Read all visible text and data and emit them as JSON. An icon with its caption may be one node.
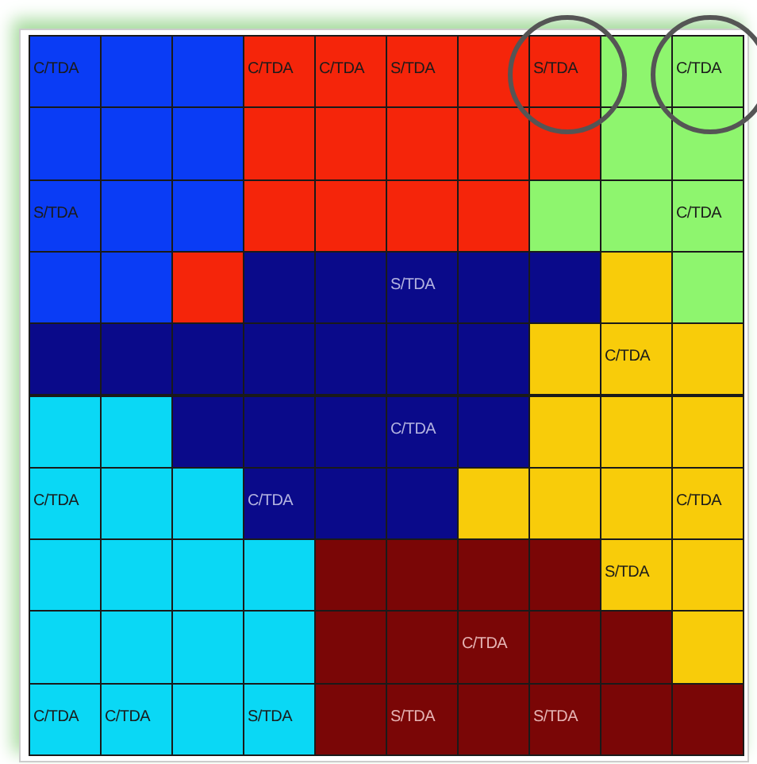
{
  "diagram": {
    "labels": [
      "C/TDA",
      "C/TDA",
      "C/TDA",
      "S/TDA",
      "S/TDA",
      "C/TDA",
      "S/TDA",
      "C/TDA",
      "S/TDA",
      "C/TDA",
      "C/TDA",
      "C/TDA",
      "C/TDA",
      "C/TDA",
      "S/TDA",
      "C/TDA",
      "C/TDA",
      "C/TDA",
      "S/TDA",
      "S/TDA",
      "S/TDA"
    ]
  }
}
